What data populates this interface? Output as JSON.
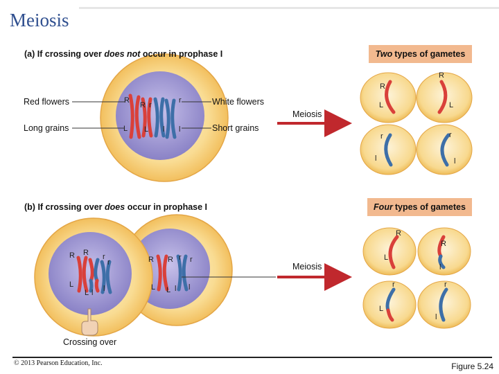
{
  "slide": {
    "title": "Meiosis",
    "copyright": "© 2013 Pearson Education, Inc.",
    "figure": "Figure 5.24"
  },
  "panel_a": {
    "letter": "(a)",
    "heading_pre": "If crossing over",
    "heading_em": "does not",
    "heading_post": "occur in prophase I",
    "labels": {
      "red_flowers": "Red flowers",
      "white_flowers": "White flowers",
      "long_grains": "Long grains",
      "short_grains": "Short grains"
    },
    "arrow_label": "Meiosis",
    "gametes_em": "Two",
    "gametes_rest": "types of gametes",
    "chrom_letters": {
      "R": "R",
      "r": "r",
      "L": "L",
      "l": "l"
    }
  },
  "panel_b": {
    "letter": "(b)",
    "heading_pre": "If crossing over",
    "heading_em": "does",
    "heading_post": "occur in prophase I",
    "arrow_label": "Meiosis",
    "gametes_em": "Four",
    "gametes_rest": "types of gametes",
    "crossing_over_label": "Crossing over"
  },
  "colors": {
    "cell_outer": "#f6c66b",
    "cell_inner": "#fbe7b5",
    "nucleus": "#9b93cf",
    "red_chromosome": "#d9403a",
    "blue_chromosome": "#3d6fa8",
    "arrow": "#c0282d",
    "gamete_tag": "#f2b98f"
  }
}
